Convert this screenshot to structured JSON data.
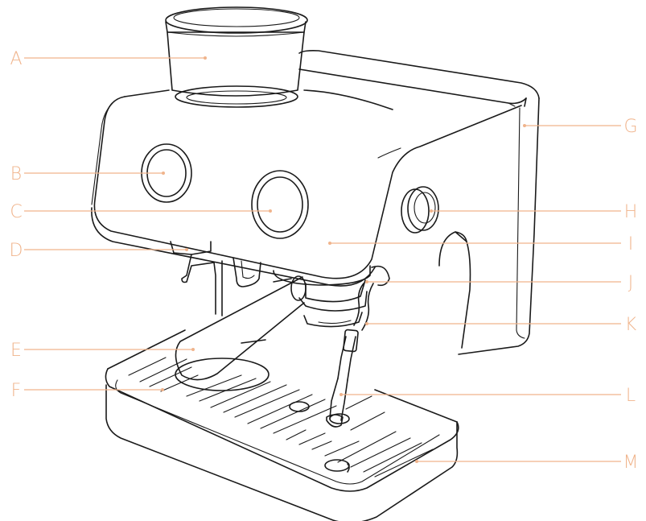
{
  "diagram": {
    "accent_color": "#f0b48c",
    "outline_color": "#1a1a1a",
    "callouts": [
      {
        "id": "A",
        "label": "A"
      },
      {
        "id": "B",
        "label": "B"
      },
      {
        "id": "C",
        "label": "C"
      },
      {
        "id": "D",
        "label": "D"
      },
      {
        "id": "E",
        "label": "E"
      },
      {
        "id": "F",
        "label": "F"
      },
      {
        "id": "G",
        "label": "G"
      },
      {
        "id": "H",
        "label": "H"
      },
      {
        "id": "I",
        "label": "I"
      },
      {
        "id": "J",
        "label": "J"
      },
      {
        "id": "K",
        "label": "K"
      },
      {
        "id": "L",
        "label": "L"
      },
      {
        "id": "M",
        "label": "M"
      }
    ]
  }
}
